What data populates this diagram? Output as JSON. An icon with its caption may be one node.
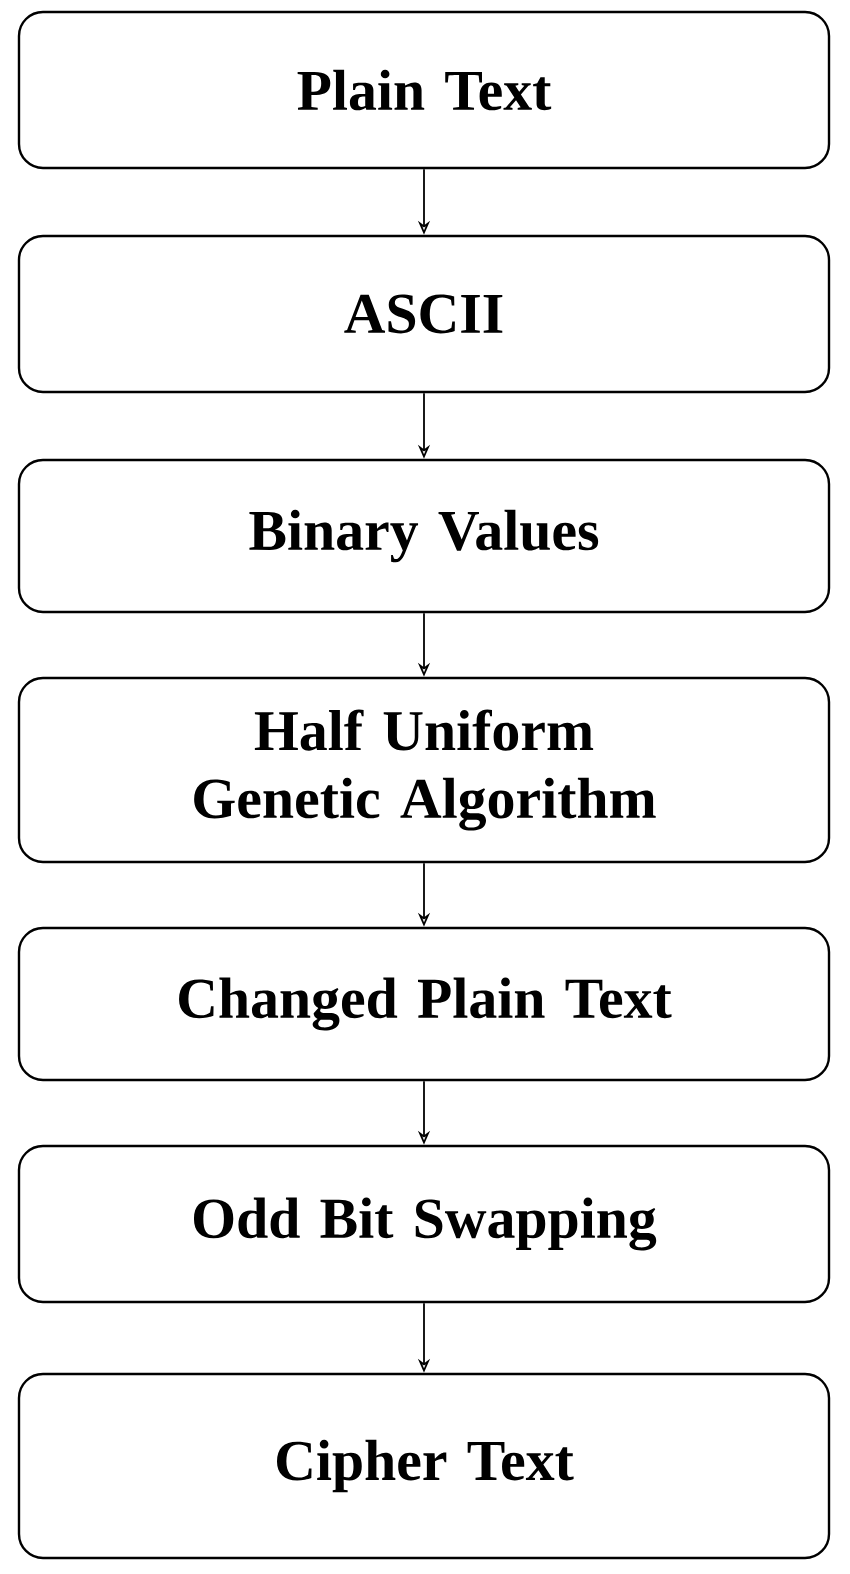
{
  "diagram": {
    "nodes": [
      {
        "text": [
          "Plain Text"
        ]
      },
      {
        "text": [
          "ASCII"
        ]
      },
      {
        "text": [
          "Binary Values"
        ]
      },
      {
        "text": [
          "Half Uniform Genetic Algorithm"
        ]
      },
      {
        "text": [
          "Changed Plain Text"
        ]
      },
      {
        "text": [
          "Odd Bit Swapping"
        ]
      },
      {
        "text": [
          "Cipher Text"
        ]
      }
    ],
    "edges": [
      {
        "from": 0,
        "to": 1,
        "arrow": "to"
      },
      {
        "from": 1,
        "to": 2,
        "arrow": "to"
      },
      {
        "from": 2,
        "to": 3,
        "arrow": "to"
      },
      {
        "from": 3,
        "to": 4,
        "arrow": "to"
      },
      {
        "from": 4,
        "to": 5,
        "arrow": "to"
      },
      {
        "from": 5,
        "to": 6,
        "arrow": "to"
      }
    ]
  }
}
